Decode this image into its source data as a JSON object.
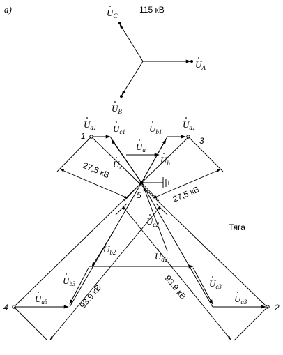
{
  "panel_label": "а)",
  "voltage_primary": "115 кВ",
  "traction_label": "Тяга",
  "dim_27_left": "27,5 кВ",
  "dim_27_right": "27,5 кВ",
  "dim_939_left": "93,9 кВ",
  "dim_939_right": "93,9 кВ",
  "nodes": {
    "n1": "1",
    "n2": "2",
    "n3": "3",
    "n4": "4",
    "n5": "5"
  },
  "phasors": {
    "UC": {
      "main": "U",
      "sub": "C"
    },
    "UA": {
      "main": "U",
      "sub": "A"
    },
    "UB": {
      "main": "U",
      "sub": "B"
    },
    "Ua1_left": {
      "main": "U",
      "sub": "a1"
    },
    "Uc1": {
      "main": "U",
      "sub": "c1"
    },
    "Ub1": {
      "main": "U",
      "sub": "b1"
    },
    "Ua1_right": {
      "main": "U",
      "sub": "a1"
    },
    "Ua": {
      "main": "U",
      "sub": "a"
    },
    "Uc": {
      "main": "U",
      "sub": "c"
    },
    "Ub": {
      "main": "U",
      "sub": "b"
    },
    "Uc2": {
      "main": "U",
      "sub": "c2"
    },
    "Ub2": {
      "main": "U",
      "sub": "b2"
    },
    "Ua2": {
      "main": "U",
      "sub": "a2"
    },
    "Ub3": {
      "main": "U",
      "sub": "b3"
    },
    "Uc3": {
      "main": "U",
      "sub": "c3"
    },
    "Ua3_left": {
      "main": "U",
      "sub": "a3"
    },
    "Ua3_right": {
      "main": "U",
      "sub": "a3"
    }
  }
}
